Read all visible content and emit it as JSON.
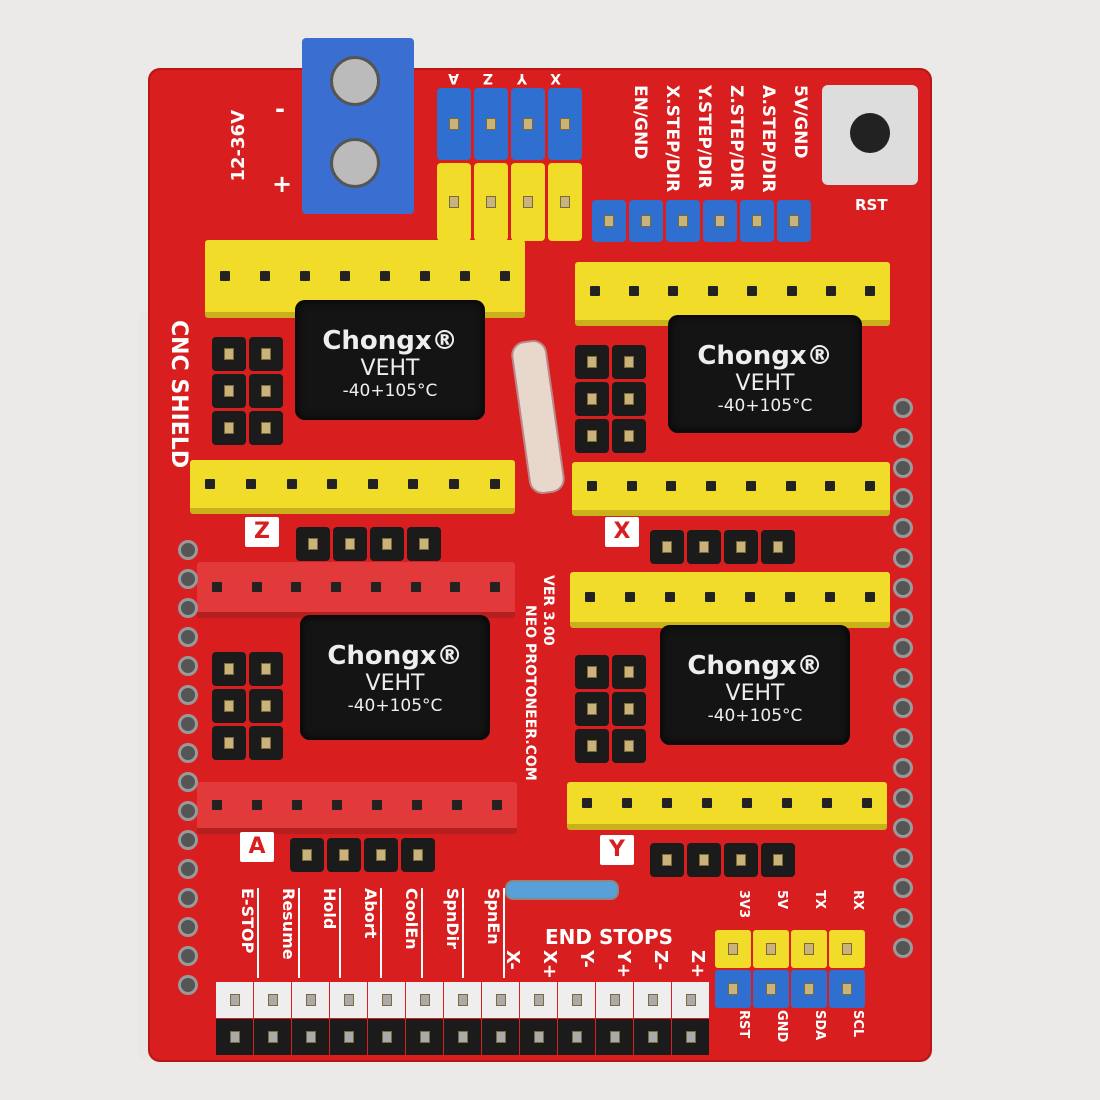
{
  "power": {
    "voltage": "12-36V",
    "minus": "-",
    "plus": "+"
  },
  "top_labels": {
    "jumpers": [
      "A",
      "Z",
      "Y",
      "X"
    ],
    "rows": [
      "5V/GND",
      "A.STEP/DIR",
      "Z.STEP/DIR",
      "Y.STEP/DIR",
      "X.STEP/DIR",
      "EN/GND"
    ],
    "reset": "RST"
  },
  "board_name": "CNC SHIELD",
  "capacitor": {
    "brand": "Chongx®",
    "series": "VEHT",
    "temp": "-40+105°C"
  },
  "axes": {
    "z": "Z",
    "x": "X",
    "a": "A",
    "y": "Y"
  },
  "version": "VER 3.00",
  "site": "NEO PROTONEER.COM",
  "bottom_labels": [
    "E-STOP",
    "Resume",
    "Hold",
    "Abort",
    "CoolEn",
    "SpnDir",
    "SpnEn"
  ],
  "end_stops": {
    "title": "END STOPS",
    "items": [
      "X-",
      "X+",
      "Y-",
      "Y+",
      "Z-",
      "Z+"
    ]
  },
  "i2c_top": [
    "3V3",
    "5V",
    "TX",
    "RX"
  ],
  "i2c_bottom": [
    "RST",
    "GND",
    "SDA",
    "SCL"
  ],
  "colors": {
    "board": "#d81e1e",
    "yellow_header": "#f1dc2a",
    "blue_jumper": "#2f6fd0",
    "terminal": "#3a6fd1"
  }
}
